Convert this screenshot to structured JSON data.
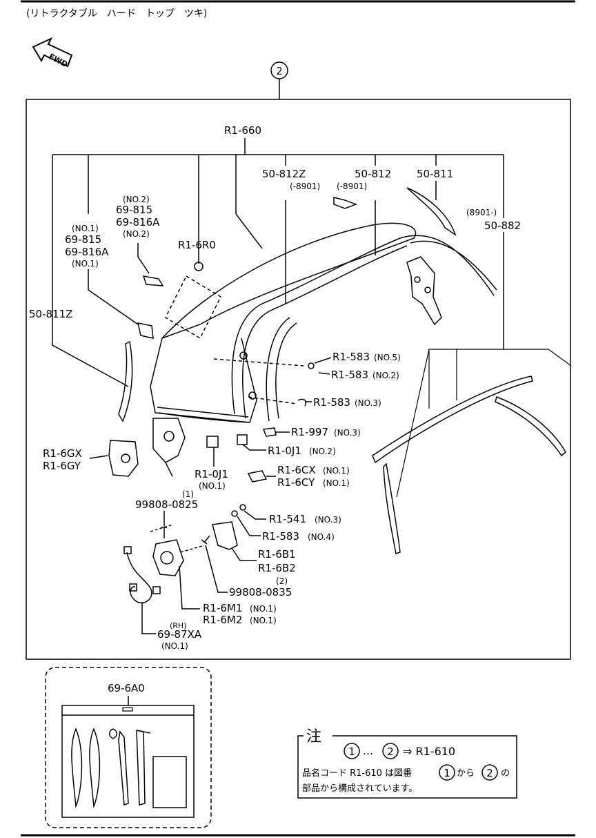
{
  "header": {
    "title": "(リトラクタブル　ハード　トップ　ツキ)"
  },
  "fwd_label": "FWD",
  "group_number": "2",
  "parts": {
    "r1_660": "R1-660",
    "p50_812z": "50-812Z",
    "p50_812z_note": "(-8901)",
    "p50_812": "50-812",
    "p50_812_note": "(-8901)",
    "p50_811": "50-811",
    "p50_882_note": "(8901-)",
    "p50_882": "50-882",
    "no2_a": "(NO.2)",
    "p69_815_a": "69-815",
    "p69_816a_a": "69-816A",
    "no2_b": "(NO.2)",
    "no1_a": "(NO.1)",
    "p69_815_b": "69-815",
    "p69_816a_b": "69-816A",
    "no1_b": "(NO.1)",
    "r1_6r0": "R1-6R0",
    "p50_811z": "50-811Z",
    "r1_583_5": "R1-583",
    "r1_583_5_note": "(NO.5)",
    "r1_583_2": "R1-583",
    "r1_583_2_note": "(NO.2)",
    "r1_583_3": "R1-583",
    "r1_583_3_note": "(NO.3)",
    "r1_997": "R1-997",
    "r1_997_note": "(NO.3)",
    "r1_0j1_2": "R1-0J1",
    "r1_0j1_2_note": "(NO.2)",
    "r1_6gx": "R1-6GX",
    "r1_6gy": "R1-6GY",
    "r1_0j1_1": "R1-0J1",
    "r1_0j1_1_note": "(NO.1)",
    "r1_6cx": "R1-6CX",
    "r1_6cx_note": "(NO.1)",
    "r1_6cy": "R1-6CY",
    "r1_6cy_note": "(NO.1)",
    "bolt_1_note": "(1)",
    "p99808_0825": "99808-0825",
    "r1_541": "R1-541",
    "r1_541_note": "(NO.3)",
    "r1_583_4": "R1-583",
    "r1_583_4_note": "(NO.4)",
    "r1_6b1": "R1-6B1",
    "r1_6b2": "R1-6B2",
    "bolt_2_note": "(2)",
    "p99808_0835": "99808-0835",
    "r1_6m1": "R1-6M1",
    "r1_6m1_note": "(NO.1)",
    "r1_6m2": "R1-6M2",
    "r1_6m2_note": "(NO.1)",
    "rh_note": "(RH)",
    "p69_87xa": "69-87XA",
    "p69_87xa_note": "(NO.1)"
  },
  "tool_kit": {
    "part": "69-6A0"
  },
  "note_box": {
    "title": "注",
    "circle_a": "1",
    "ellipsis": "…",
    "circle_b": "2",
    "arrow_text": "⇒ R1-610",
    "line2_pre": "品名コード R1-610 は図番",
    "line2_circle_a": "1",
    "line2_mid": "から",
    "line2_circle_b": "2",
    "line2_post": "の",
    "line3": "部品から構成されています。"
  }
}
